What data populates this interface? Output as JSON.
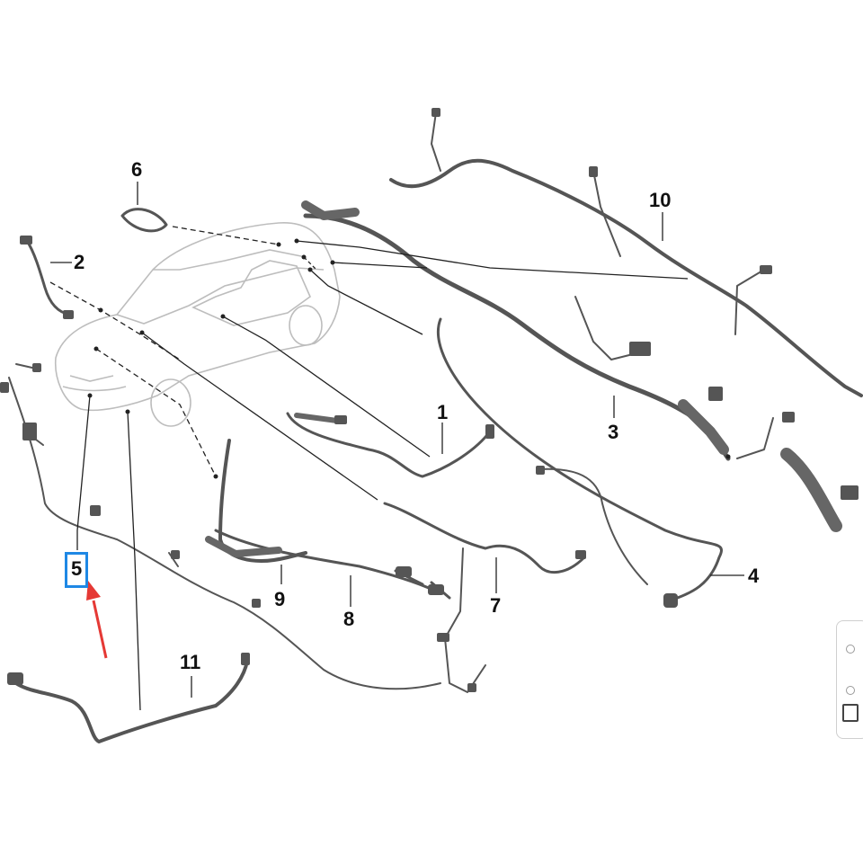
{
  "callouts": {
    "c1": "1",
    "c2": "2",
    "c3": "3",
    "c4": "4",
    "c5": "5",
    "c6": "6",
    "c7": "7",
    "c8": "8",
    "c9": "9",
    "c10": "10",
    "c11": "11"
  },
  "colors": {
    "harness": "#555555",
    "car_outline": "#bdbdbd",
    "leader": "#222222",
    "highlight": "#1e88e5",
    "arrow": "#e53935"
  }
}
